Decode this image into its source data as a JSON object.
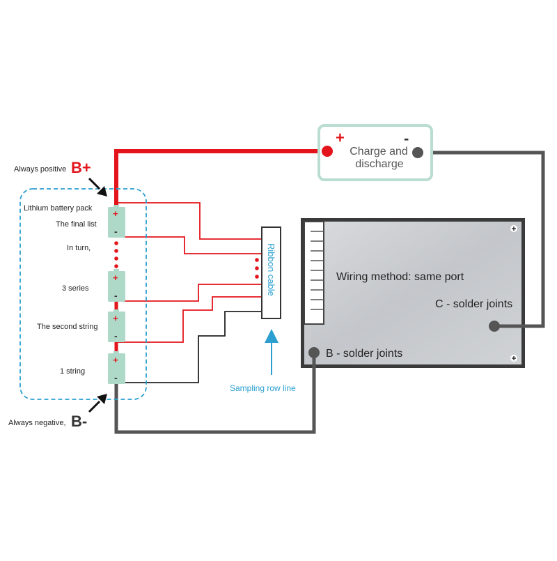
{
  "labels": {
    "always_positive": "Always positive",
    "b_plus": "B+",
    "always_negative": "Always negative,",
    "b_minus": "B-",
    "battery_pack": "Lithium battery pack",
    "final_list": "The final list",
    "in_turn": "In turn,",
    "three_series": "3 series",
    "second_string": "The second string",
    "one_string": "1 string",
    "sampling_row_line": "Sampling row line",
    "ribbon_cable": "Ribbon cable"
  },
  "load": {
    "plus": "+",
    "minus": "-",
    "line1": "Charge and",
    "line2": "discharge"
  },
  "bms_board": {
    "wiring_method": "Wiring method: same port",
    "c_solder": "C - solder joints",
    "b_solder": "B - solder joints"
  },
  "cells": [
    {
      "plus": "+",
      "minus": "-"
    },
    {
      "plus": "+",
      "minus": "-"
    },
    {
      "plus": "+",
      "minus": "-"
    },
    {
      "plus": "+",
      "minus": "-"
    }
  ],
  "colors": {
    "positive_wire": "#e3141b",
    "negative_wire": "#555555",
    "sampling_wire": "#e3141b",
    "dashed_box": "#2a9fd0",
    "load_box": "#b9ddd0",
    "cell": "#aed8c8",
    "board": "#c8cbcf",
    "arrow_blue": "#2a9fd0"
  }
}
